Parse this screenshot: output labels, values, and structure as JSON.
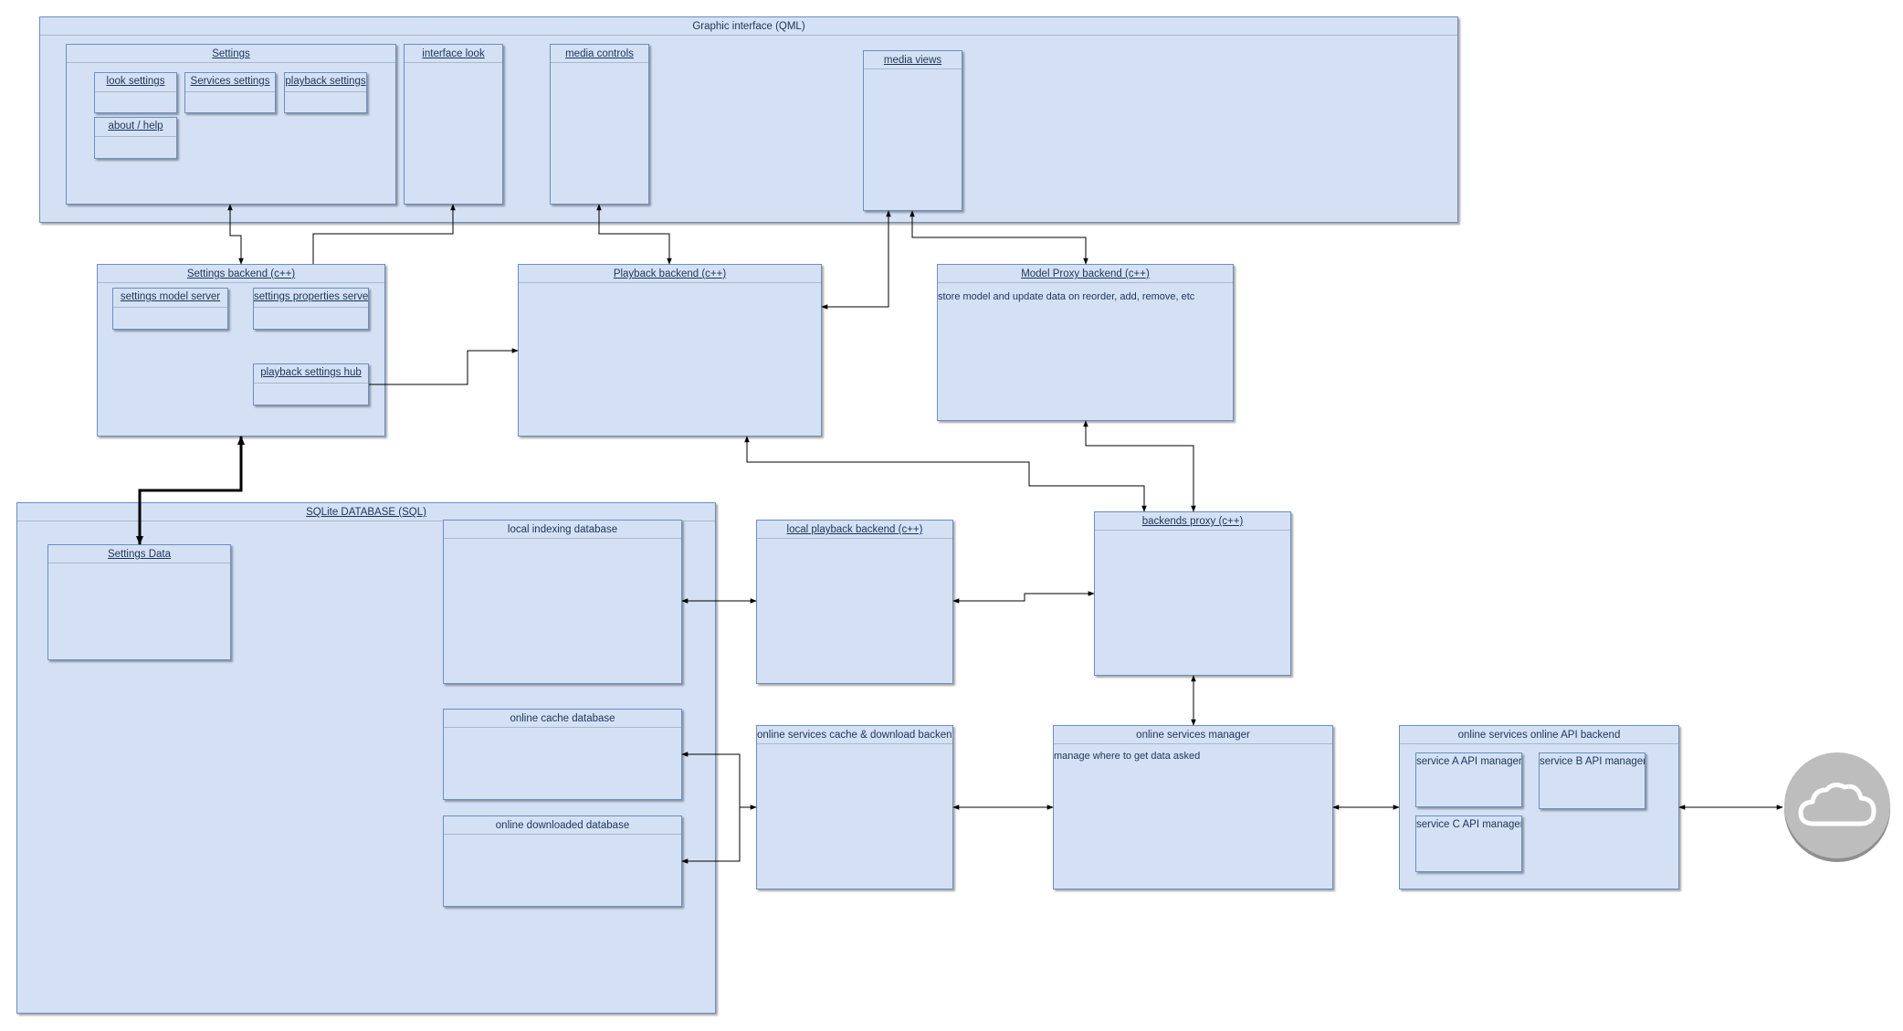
{
  "boxes": {
    "qml": "Graphic interface (QML)",
    "settings": "Settings",
    "look_settings": "look settings",
    "services_settings": "Services settings",
    "playback_settings": "playback settings",
    "about_help": "about / help",
    "interface_look": "interface look",
    "media_controls": "media controls",
    "media_views": "media views",
    "settings_backend": "Settings backend (c++)",
    "settings_model_server": "settings model server",
    "settings_properties_server": "settings properties serve",
    "playback_settings_hub": "playback settings hub",
    "playback_backend": "Playback backend (c++)",
    "model_proxy_backend": "Model Proxy backend (c++)",
    "model_proxy_desc": "store model and update data on reorder, add, remove, etc",
    "sqlite_db": "SQLite DATABASE (SQL)",
    "settings_data": "Settings Data ",
    "local_indexing_db": "local indexing database",
    "online_cache_db": "online cache database",
    "online_downloaded_db": "online downloaded database",
    "local_playback_backend": "local playback backend (c++)",
    "backends_proxy": "backends proxy (c++)",
    "online_cache_download_backend": "online services cache & download backen",
    "online_services_manager": "online services manager",
    "online_services_manager_desc": "manage where to get data asked",
    "online_api_backend": "online services online API backend",
    "service_a": "service A API manager",
    "service_b": "service B API manager",
    "service_c": "service C API manager"
  },
  "icons": {
    "cloud": "cloud-icon"
  },
  "colors": {
    "box_fill": "#d4e1f5",
    "box_stroke": "#6c8ebf",
    "wire": "#000000"
  }
}
